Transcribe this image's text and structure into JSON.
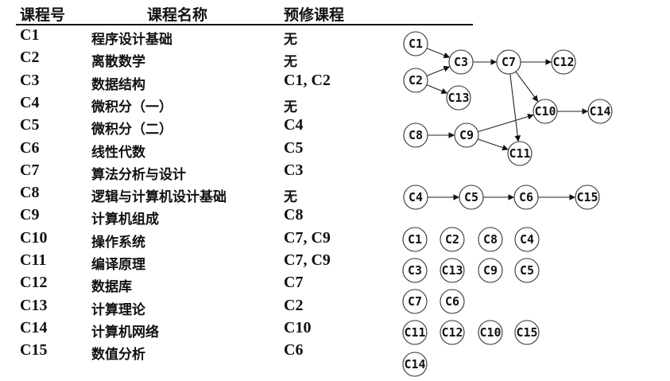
{
  "table": {
    "headers": [
      "课程号",
      "课程名称",
      "预修课程"
    ],
    "rows": [
      {
        "id": "C1",
        "name": "程序设计基础",
        "prereq": "无"
      },
      {
        "id": "C2",
        "name": "离散数学",
        "prereq": "无"
      },
      {
        "id": "C3",
        "name": "数据结构",
        "prereq": "C1, C2"
      },
      {
        "id": "C4",
        "name": "微积分（一）",
        "prereq": "无"
      },
      {
        "id": "C5",
        "name": "微积分（二）",
        "prereq": "C4"
      },
      {
        "id": "C6",
        "name": "线性代数",
        "prereq": "C5"
      },
      {
        "id": "C7",
        "name": "算法分析与设计",
        "prereq": "C3"
      },
      {
        "id": "C8",
        "name": "逻辑与计算机设计基础",
        "prereq": "无"
      },
      {
        "id": "C9",
        "name": "计算机组成",
        "prereq": "C8"
      },
      {
        "id": "C10",
        "name": "操作系统",
        "prereq": "C7, C9"
      },
      {
        "id": "C11",
        "name": "编译原理",
        "prereq": "C7, C9"
      },
      {
        "id": "C12",
        "name": "数据库",
        "prereq": "C7"
      },
      {
        "id": "C13",
        "name": "计算理论",
        "prereq": "C2"
      },
      {
        "id": "C14",
        "name": "计算机网络",
        "prereq": "C10"
      },
      {
        "id": "C15",
        "name": "数值分析",
        "prereq": "C6"
      }
    ]
  },
  "graph": {
    "nodes": [
      "C1",
      "C2",
      "C3",
      "C7",
      "C12",
      "C13",
      "C10",
      "C14",
      "C8",
      "C9",
      "C11",
      "C4",
      "C5",
      "C6",
      "C15"
    ],
    "edges": [
      [
        "C1",
        "C3"
      ],
      [
        "C2",
        "C3"
      ],
      [
        "C2",
        "C13"
      ],
      [
        "C3",
        "C7"
      ],
      [
        "C7",
        "C12"
      ],
      [
        "C7",
        "C10"
      ],
      [
        "C7",
        "C11"
      ],
      [
        "C10",
        "C14"
      ],
      [
        "C8",
        "C9"
      ],
      [
        "C9",
        "C10"
      ],
      [
        "C9",
        "C11"
      ],
      [
        "C4",
        "C5"
      ],
      [
        "C5",
        "C6"
      ],
      [
        "C6",
        "C15"
      ]
    ]
  },
  "topological_order": [
    [
      "C1",
      "C2",
      "C8",
      "C4"
    ],
    [
      "C3",
      "C13",
      "C9",
      "C5"
    ],
    [
      "C7",
      "C6"
    ],
    [
      "C11",
      "C12",
      "C10",
      "C15"
    ],
    [
      "C14"
    ]
  ]
}
